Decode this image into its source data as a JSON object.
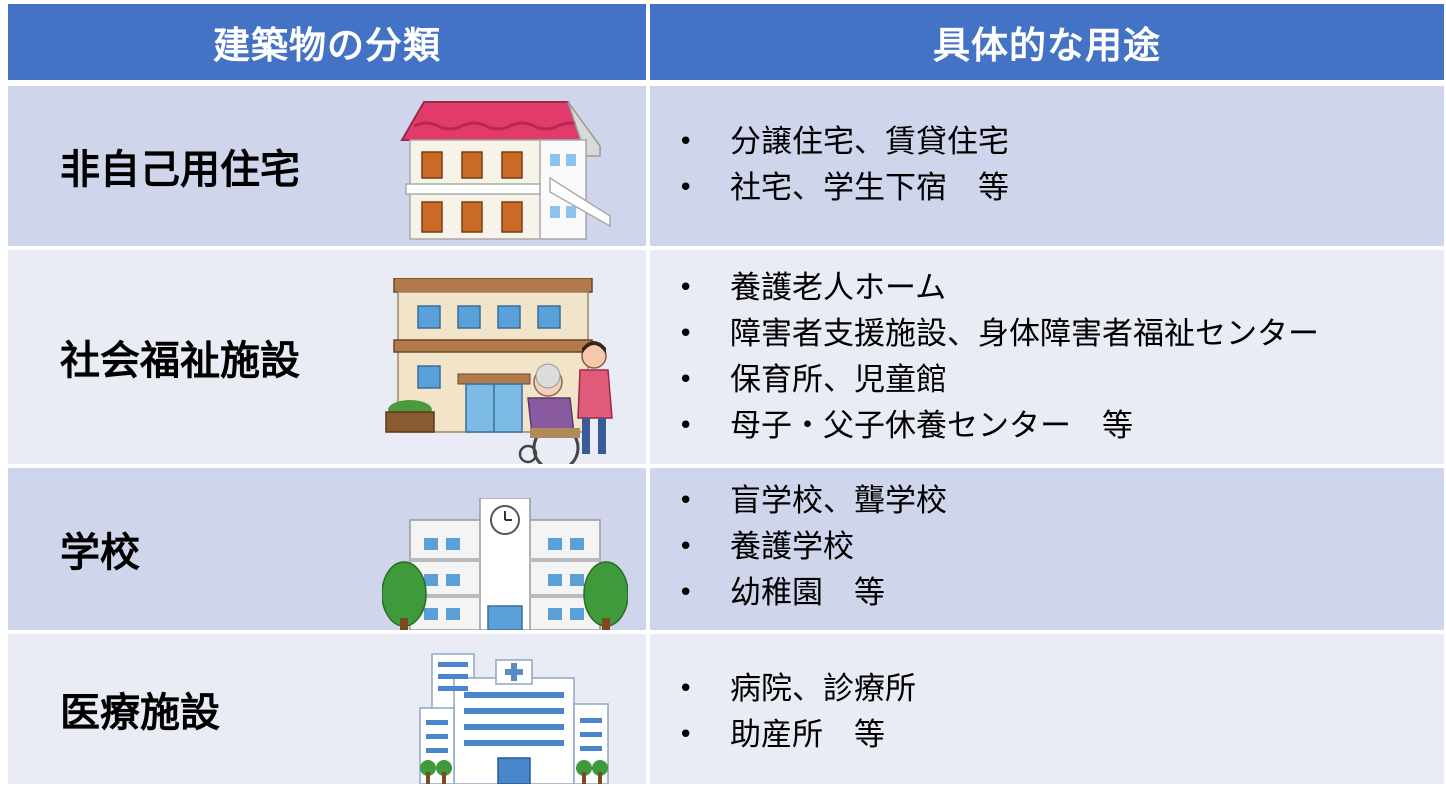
{
  "header": {
    "category": "建築物の分類",
    "uses": "具体的な用途"
  },
  "rows": [
    {
      "category": "非自己用住宅",
      "icon": "apartment-house-icon",
      "uses": [
        "分譲住宅、賃貸住宅",
        "社宅、学生下宿　等"
      ]
    },
    {
      "category": "社会福祉施設",
      "icon": "welfare-facility-icon",
      "uses": [
        "養護老人ホーム",
        "障害者支援施設、身体障害者福祉センター",
        "保育所、児童館",
        "母子・父子休養センター　等"
      ]
    },
    {
      "category": "学校",
      "icon": "school-building-icon",
      "uses": [
        "盲学校、聾学校",
        "養護学校",
        "幼稚園　等"
      ]
    },
    {
      "category": "医療施設",
      "icon": "hospital-building-icon",
      "uses": [
        "病院、診療所",
        "助産所　等"
      ]
    }
  ],
  "colors": {
    "header": "#4472c4",
    "row_dark": "#cfd5ea",
    "row_light": "#e9ebf5"
  }
}
